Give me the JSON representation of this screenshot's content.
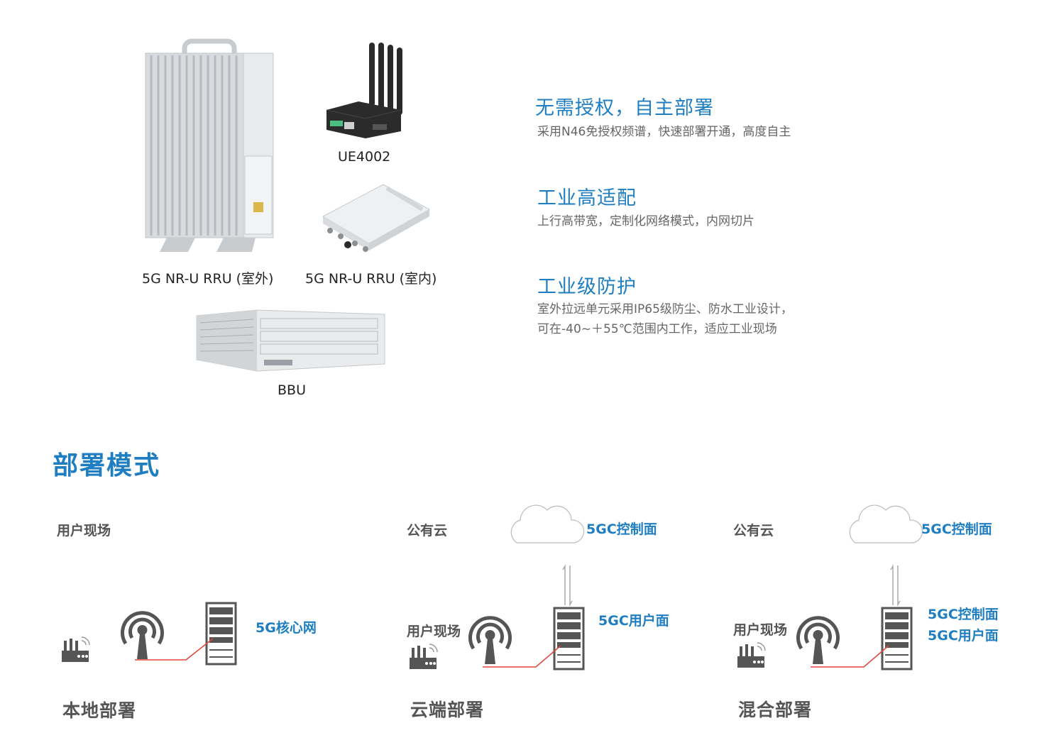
{
  "products": {
    "rru_outdoor_label": "5G NR-U RRU (室外)",
    "ue_label": "UE4002",
    "rru_indoor_label": "5G NR-U RRU (室内)",
    "bbu_label": "BBU"
  },
  "features": [
    {
      "title": "无需授权，自主部署",
      "desc": [
        "采用N46免授权频谱，快速部署开通，高度自主"
      ]
    },
    {
      "title": "工业高适配",
      "desc": [
        "上行高带宽，定制化网络模式，内网切片"
      ]
    },
    {
      "title": "工业级防护",
      "desc": [
        "室外拉远单元采用IP65级防尘、防水工业设计，",
        "可在-40~＋55℃范围内工作，适应工业现场"
      ]
    }
  ],
  "section_title": "部署模式",
  "modes": [
    {
      "top_place": "用户现场",
      "core_label": "5G核心网",
      "name": "本地部署"
    },
    {
      "top_place": "公有云",
      "cloud_label": "5GC控制面",
      "site_place": "用户现场",
      "core_label": "5GC用户面",
      "name": "云端部署"
    },
    {
      "top_place": "公有云",
      "cloud_label": "5GC控制面",
      "site_place": "用户现场",
      "core_labels": [
        "5GC控制面",
        "5GC用户面"
      ],
      "name": "混合部署"
    }
  ],
  "colors": {
    "accent": "#1f7ec2",
    "link_line": "#e0453a",
    "icon_gray": "#555555"
  }
}
